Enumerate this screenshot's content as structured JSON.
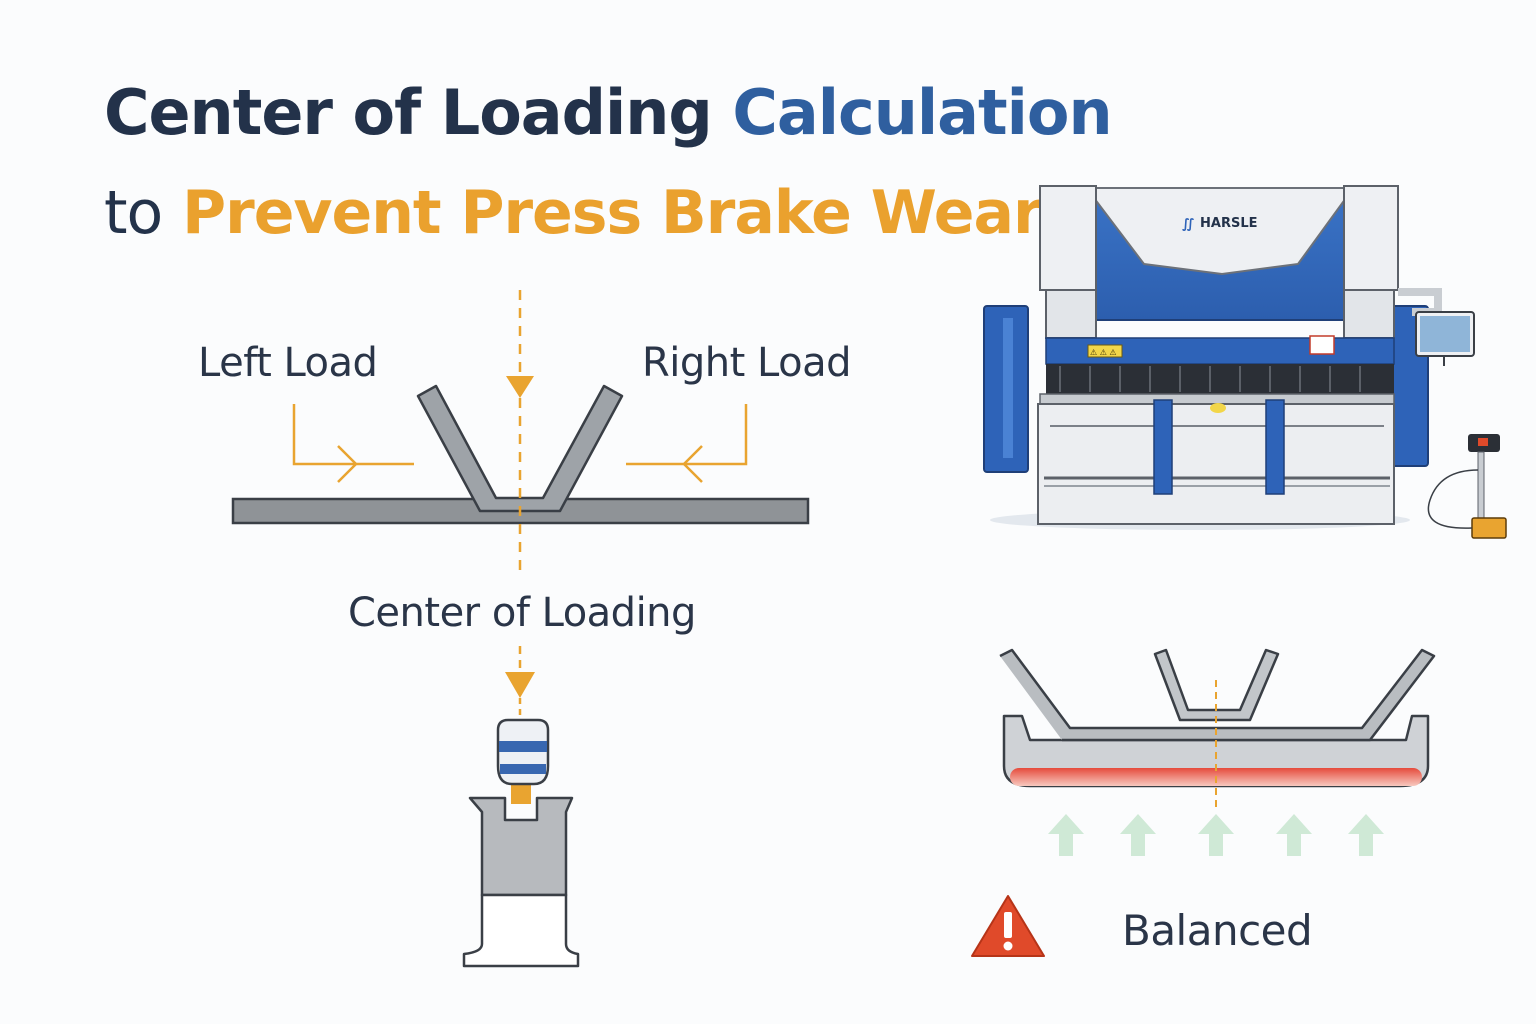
{
  "title": {
    "line1_main": "Center of Loading",
    "line1_accent": "Calculation",
    "line2_lead": "to",
    "line2_accent": "Prevent Press Brake Wear"
  },
  "diagram": {
    "left_load_label": "Left Load",
    "right_load_label": "Right Load",
    "center_label": "Center of Loading",
    "status_label": "Balanced"
  },
  "machine": {
    "brand": "HARSLE",
    "warning_text": "⚠ ⚠ ⚠"
  },
  "colors": {
    "navy": "#23324a",
    "blue_accent": "#2f5f9f",
    "orange_accent": "#eaa12e",
    "machine_blue": "#2e63b8",
    "warning_red": "#e04a2a",
    "stress_red": "#e54b3c",
    "arrow_green": "#cfe9d6"
  },
  "icons": [
    "warning-triangle-icon",
    "press-brake-machine-illustration",
    "punch-die-illustration"
  ]
}
